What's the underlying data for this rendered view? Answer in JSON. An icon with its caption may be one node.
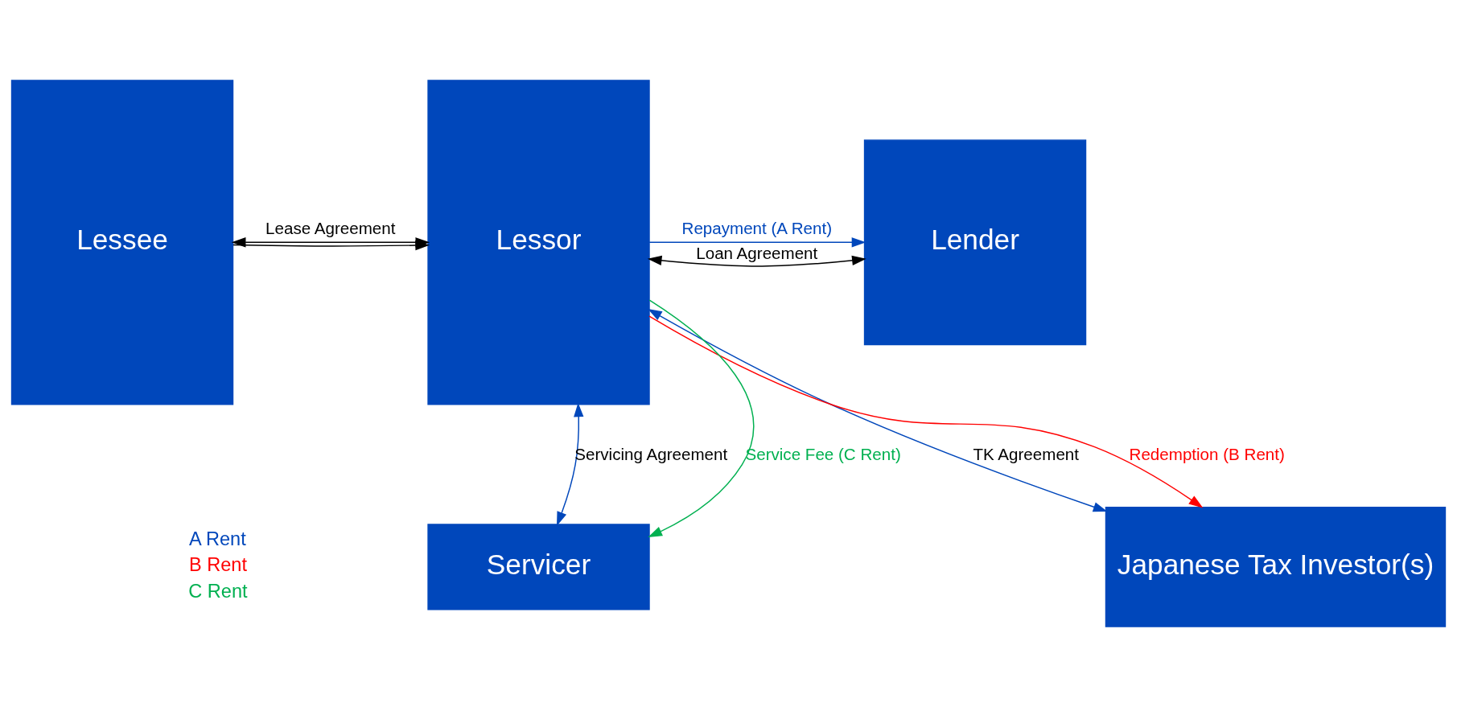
{
  "diagram": {
    "nodes": [
      {
        "text": [
          "Lessee"
        ]
      },
      {
        "text": [
          "Lessor"
        ]
      },
      {
        "text": [
          "Lender"
        ]
      },
      {
        "text": [
          "Japanese Tax Investor(s)"
        ]
      },
      {
        "text": [
          "Servicer"
        ]
      }
    ],
    "edges": [
      {
        "from": 0,
        "to": 1,
        "arrow": "both",
        "label": "Lease Agreement"
      },
      {
        "from": 0,
        "to": 1,
        "arrow": "to"
      },
      {
        "from": 1,
        "to": 2,
        "arrow": "both",
        "label": "Loan Agreement"
      },
      {
        "from": 1,
        "to": 2,
        "arrow": "to",
        "label": "Repayment (A Rent)",
        "color": "#0047bb"
      },
      {
        "from": 1,
        "to": 3,
        "arrow": "both",
        "label": "TK Agreement",
        "color": "#0047bb"
      },
      {
        "from": 1,
        "to": 3,
        "arrow": "to",
        "label": "Redemption (B Rent)",
        "color": "#ff0000"
      },
      {
        "from": 1,
        "to": 4,
        "arrow": "both",
        "label": "Servicing Agreement",
        "color": "#0047bb"
      },
      {
        "from": 1,
        "to": 4,
        "arrow": "to",
        "label": "Service Fee (C Rent)",
        "color": "#00b050"
      }
    ],
    "labels": [
      "A Rent",
      "B Rent",
      "C Rent"
    ]
  }
}
